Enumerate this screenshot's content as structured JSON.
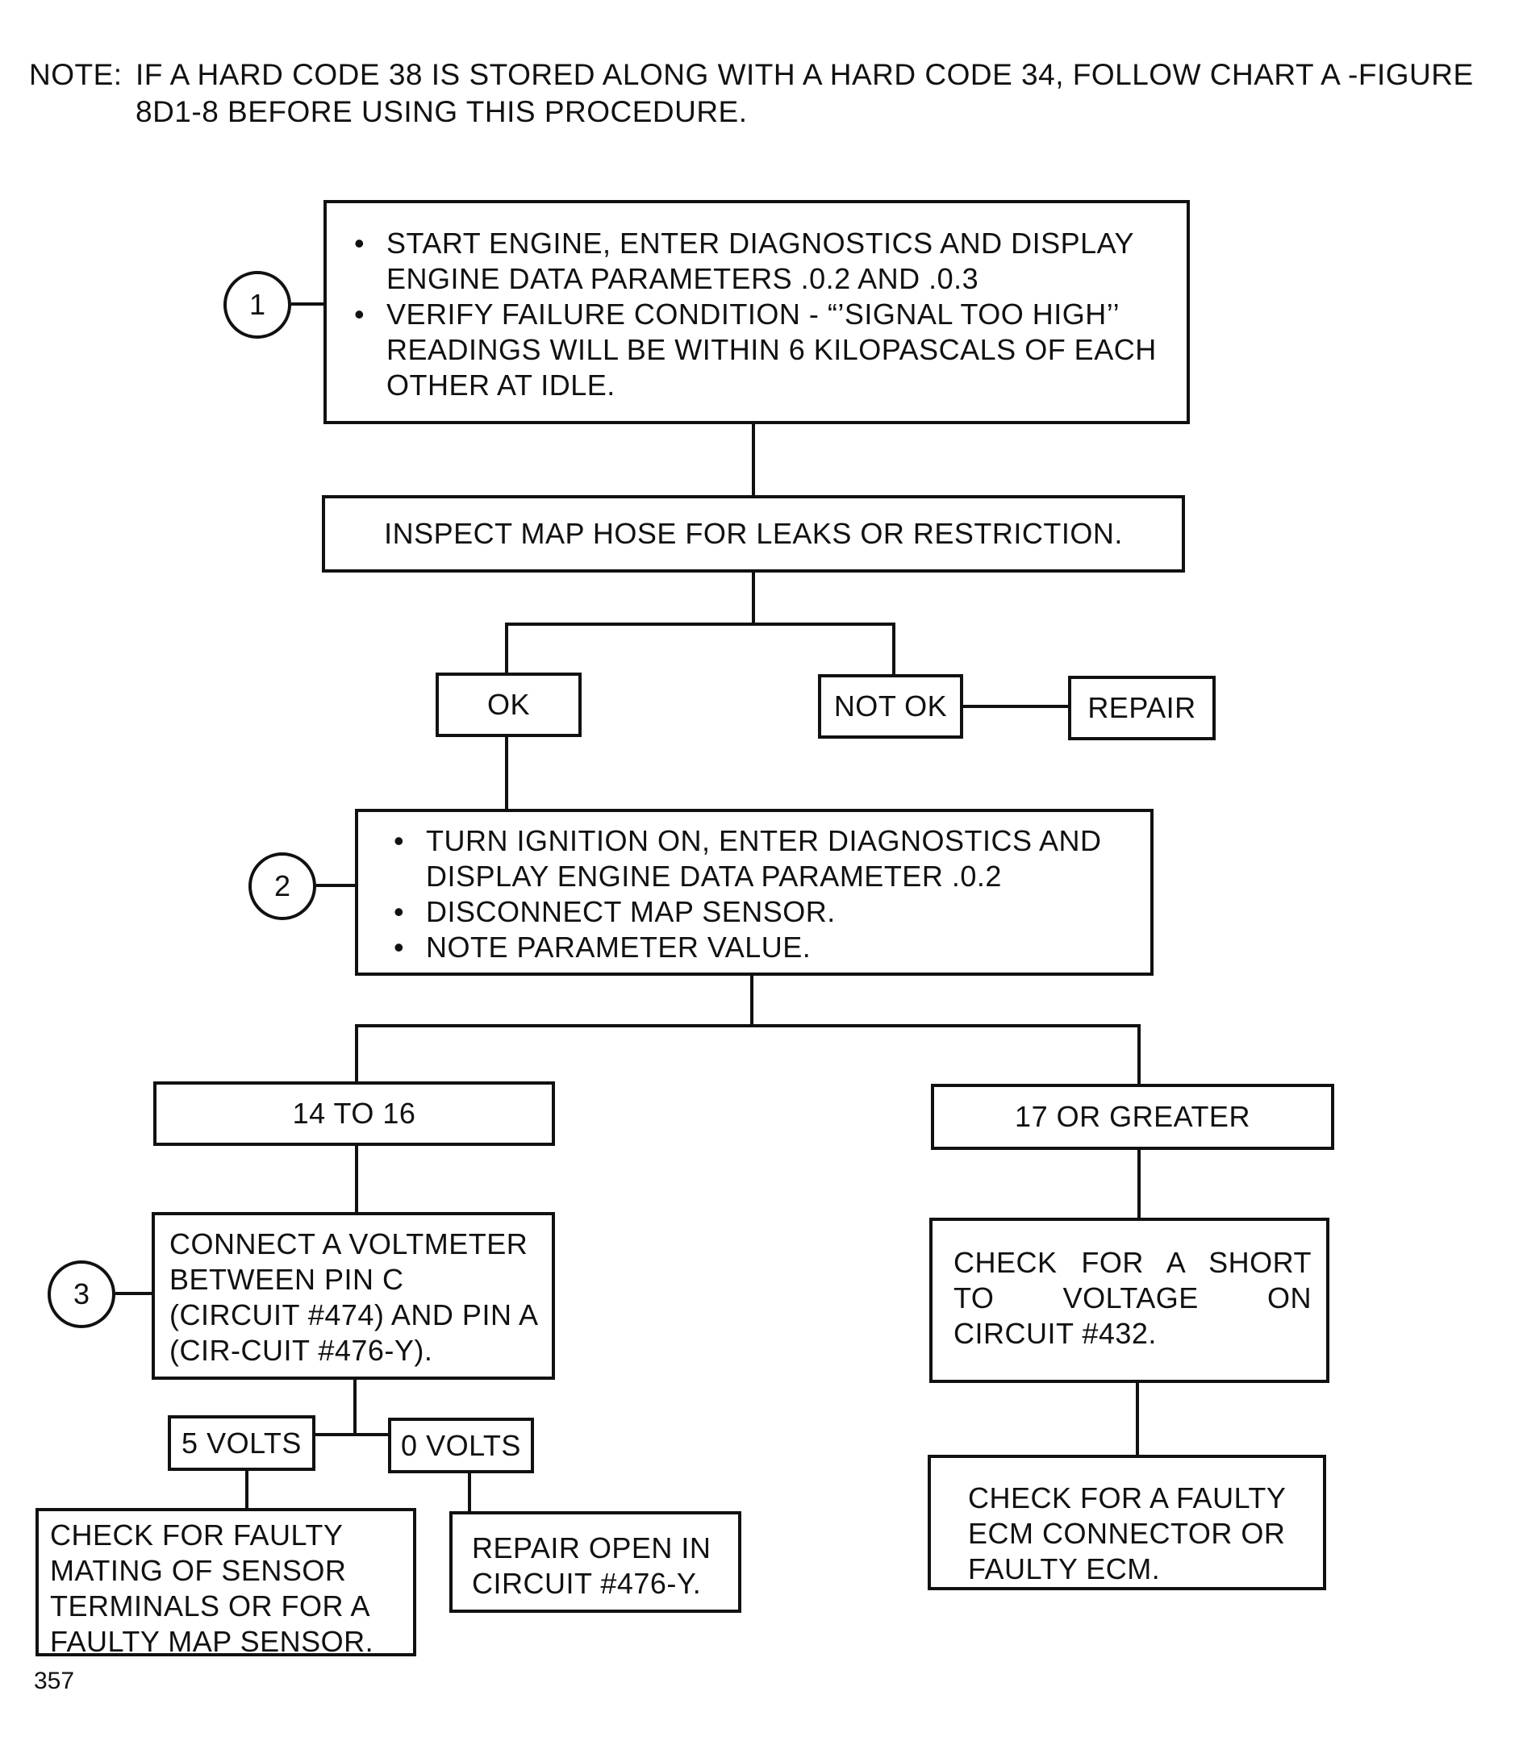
{
  "note": {
    "label": "NOTE:",
    "text": "IF A HARD CODE 38 IS STORED ALONG WITH A HARD CODE 34, FOLLOW CHART A -FIGURE 8D1-8 BEFORE USING THIS PROCEDURE."
  },
  "steps": {
    "step1": {
      "number": "1",
      "bullets": [
        "START ENGINE, ENTER DIAGNOSTICS AND DISPLAY ENGINE DATA PARAMETERS .0.2 AND .0.3",
        "VERIFY FAILURE CONDITION - “’SIGNAL TOO HIGH’’ READINGS WILL BE WITHIN 6 KILOPASCALS OF EACH OTHER AT IDLE."
      ]
    },
    "inspect": "INSPECT MAP HOSE FOR LEAKS OR RESTRICTION.",
    "ok": "OK",
    "not_ok": "NOT OK",
    "repair": "REPAIR",
    "step2": {
      "number": "2",
      "bullets": [
        "TURN IGNITION ON, ENTER DIAGNOSTICS AND DISPLAY ENGINE DATA PARAMETER .0.2",
        "DISCONNECT MAP SENSOR.",
        "NOTE PARAMETER VALUE."
      ]
    },
    "range_low": "14 TO 16",
    "range_high": "17 OR GREATER",
    "step3": {
      "number": "3",
      "text": "CONNECT A VOLTMETER BETWEEN PIN C (CIRCUIT #474) AND PIN A (CIR-CUIT #476-Y)."
    },
    "five_volts": "5 VOLTS",
    "zero_volts": "0 VOLTS",
    "faulty_mating": "CHECK FOR FAULTY MATING OF SENSOR TERMINALS OR FOR A FAULTY MAP SENSOR.",
    "repair_open": "REPAIR OPEN IN CIRCUIT #476-Y.",
    "short_voltage": "CHECK FOR A SHORT TO VOLTAGE ON CIRCUIT #432.",
    "faulty_ecm": "CHECK FOR A FAULTY ECM CONNECTOR OR FAULTY ECM."
  },
  "page_number": "357"
}
